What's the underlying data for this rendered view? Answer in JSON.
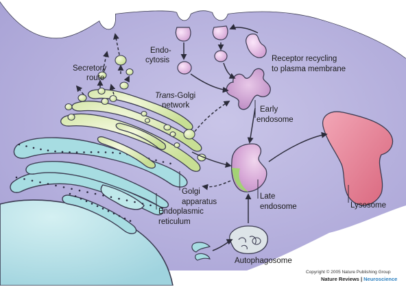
{
  "labels": {
    "endocytosis_1": "Endo-",
    "endocytosis_2": "cytosis",
    "secretory_1": "Secretory",
    "secretory_2": "route",
    "tgn_trans": "Trans",
    "tgn_golgi": "-Golgi",
    "tgn_network": "network",
    "receptor_1": "Receptor recycling",
    "receptor_2": "to plasma membrane",
    "early_1": "Early",
    "early_2": "endosome",
    "late_1": "Late",
    "late_2": "endosome",
    "golgi_1": "Golgi",
    "golgi_2": "apparatus",
    "er_1": "Endoplasmic",
    "er_2": "reticulum",
    "lysosome": "Lysosome",
    "autophagosome": "Autophagosome"
  },
  "footer": {
    "copyright": "Copyright © 2005 Nature Publishing Group",
    "journal_a": "Nature Reviews",
    "journal_sep": " | ",
    "journal_b": "Neuroscience"
  },
  "colors": {
    "cytoplasm": "#b8b3de",
    "golgi": "#c6e79a",
    "er": "#a3dde1",
    "nucleus": "#b3dfe8",
    "vesicle": "#dcebb2",
    "endosome": "#d7a8d6",
    "lysosome": "#e7869a"
  }
}
